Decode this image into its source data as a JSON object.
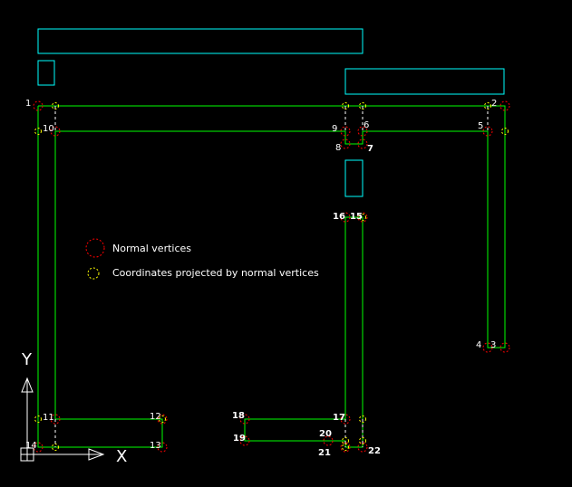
{
  "colors": {
    "background": "#000000",
    "outline": "#00ff00",
    "text_box": "#00ffff",
    "normal_vertex": "#ff0000",
    "projected_vertex": "#ffff00",
    "label": "#ffffff",
    "dashed": "#ffffff"
  },
  "legend": {
    "normal": "Normal vertices",
    "projected": "Coordinates projected by normal vertices"
  },
  "axes": {
    "y": "Y",
    "x": "X"
  },
  "vertex_labels": [
    "1",
    "2",
    "3",
    "4",
    "5",
    "6",
    "7",
    "8",
    "9",
    "10",
    "11",
    "12",
    "13",
    "14",
    "15",
    "16",
    "17",
    "18",
    "19",
    "20",
    "21",
    "22"
  ]
}
